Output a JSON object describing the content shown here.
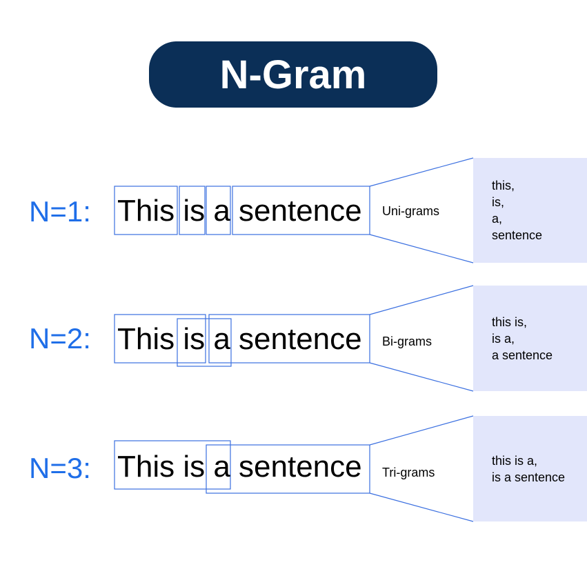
{
  "title": "N-Gram",
  "accent_color": "#1f6ee8",
  "title_bg_color": "#0b2f57",
  "panel_color": "#e2e6fb",
  "sentence": "This is a sentence",
  "rows": [
    {
      "n_label": "N=1:",
      "gram_label": "Uni-grams",
      "results": [
        "this,",
        "is,",
        "a,",
        "sentence"
      ]
    },
    {
      "n_label": "N=2:",
      "gram_label": "Bi-grams",
      "results": [
        "this is,",
        "is a,",
        "a sentence"
      ]
    },
    {
      "n_label": "N=3:",
      "gram_label": "Tri-grams",
      "results": [
        "this is a,",
        "is a sentence"
      ]
    }
  ]
}
